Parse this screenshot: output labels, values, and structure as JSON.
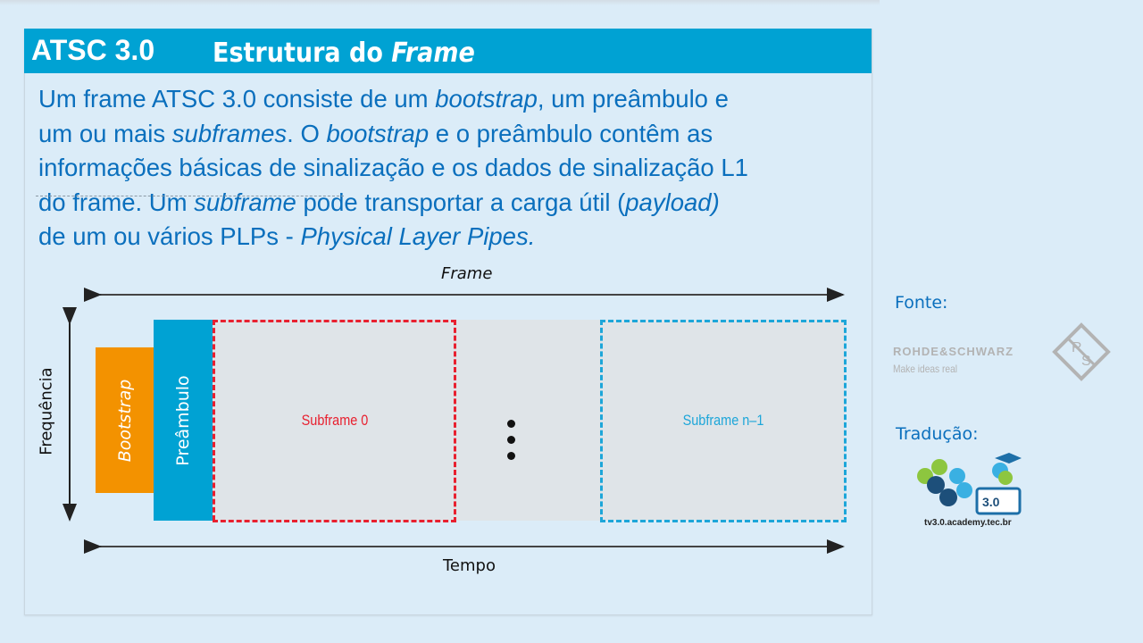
{
  "slide": {
    "title": {
      "prefix": "ATSC 3.0",
      "main_plain": "Estrutura do ",
      "main_italic": "Frame"
    },
    "body": {
      "lines": [
        [
          {
            "t": "Um frame ATSC 3.0 consiste de um ",
            "i": false
          },
          {
            "t": "bootstrap",
            "i": true
          },
          {
            "t": ", um preâmbulo e",
            "i": false
          }
        ],
        [
          {
            "t": "um ou mais ",
            "i": false
          },
          {
            "t": "subframes",
            "i": true
          },
          {
            "t": ". O  ",
            "i": false
          },
          {
            "t": "bootstrap",
            "i": true
          },
          {
            "t": " e o preâmbulo contêm as",
            "i": false
          }
        ],
        [
          {
            "t": "informações básicas de sinalização e os dados de sinalização L1",
            "i": false
          }
        ],
        [
          {
            "t": "do frame. Um ",
            "i": false
          },
          {
            "t": "subframe",
            "i": true
          },
          {
            "t": " pode transportar a carga útil (",
            "i": false
          },
          {
            "t": "payload)",
            "i": true
          }
        ],
        [
          {
            "t": "de um ou vários PLPs - ",
            "i": false
          },
          {
            "t": "Physical Layer Pipes.",
            "i": true
          }
        ]
      ]
    },
    "diagram": {
      "frame_label": "Frame",
      "time_label": "Tempo",
      "frequency_label": "Frequência",
      "bootstrap_label": "Bootstrap",
      "preamble_label": "Preâmbulo",
      "subframe_first_label": "Subframe 0",
      "subframe_last_label": "Subframe n–1",
      "ellipsis": "•••",
      "colors": {
        "bootstrap": "#f39200",
        "preamble": "#00a2d3",
        "subframe_first": "#e8202f",
        "subframe_last": "#1da6d9",
        "subframe_fill": "#dfe4e8"
      }
    },
    "source": {
      "label": "Fonte:",
      "company": "ROHDE&SCHWARZ",
      "tagline": "Make ideas real"
    },
    "translation": {
      "label": "Tradução:",
      "logo_text": "3.0",
      "url": "tv3.0.academy.tec.br"
    }
  }
}
